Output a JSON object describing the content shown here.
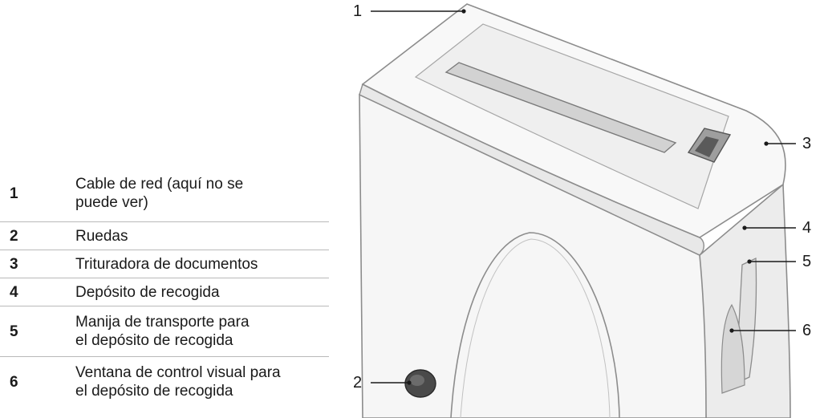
{
  "legend": [
    {
      "num": "1",
      "text": "Cable de red (aquí no se\npuede ver)"
    },
    {
      "num": "2",
      "text": "Ruedas"
    },
    {
      "num": "3",
      "text": "Trituradora de documentos"
    },
    {
      "num": "4",
      "text": "Depósito de recogida"
    },
    {
      "num": "5",
      "text": "Manija de transporte para\nel depósito de recogida"
    },
    {
      "num": "6",
      "text": "Ventana de control visual para\nel depósito de recogida"
    }
  ],
  "callouts": [
    "1",
    "2",
    "3",
    "4",
    "5",
    "6"
  ]
}
